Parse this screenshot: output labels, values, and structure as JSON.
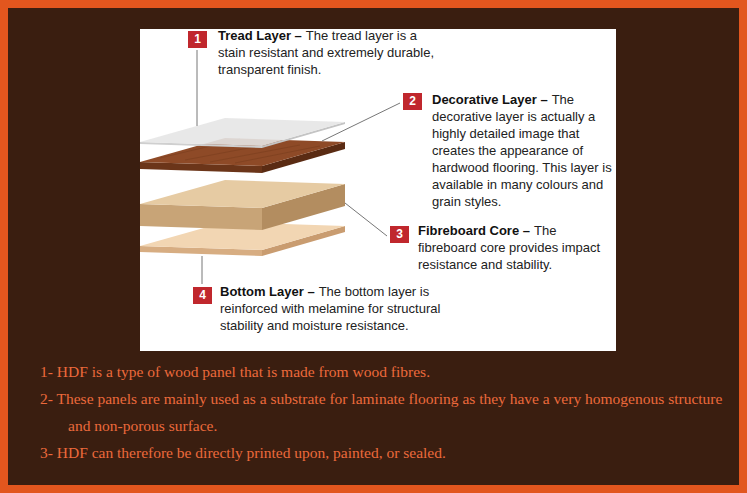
{
  "diagram": {
    "labels": [
      "1",
      "Tread Layer –",
      "The tread layer is a stain resistant and extremely durable, transparent finish.",
      "2",
      "Decorative Layer –",
      "The decorative layer is actually a highly detailed image that creates the appearance of hardwood flooring. This layer is available in many colours and grain styles.",
      "3",
      "Fibreboard Core –",
      "The fibreboard core provides impact resistance and stability.",
      "4",
      "Bottom Layer –",
      "The bottom layer is reinforced with melamine for structural stability and moisture resistance.",
      "1- HDF is a type of wood panel that is made from wood fibres.",
      "2- These panels are mainly used as a substrate for laminate flooring as they have a very homogenous structure and non-porous surface.",
      "3- HDF can therefore be directly printed upon, painted, or sealed."
    ]
  }
}
